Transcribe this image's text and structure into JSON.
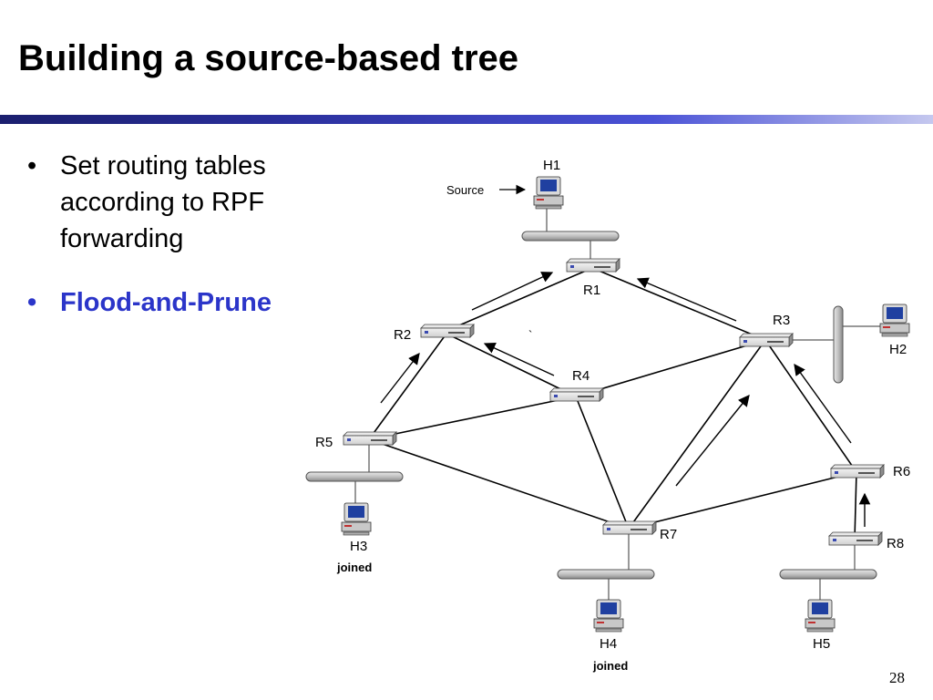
{
  "slide": {
    "title": "Building a source-based tree",
    "bullets": [
      "Set routing tables according to RPF forwarding",
      "Flood-and-Prune"
    ],
    "bullet_glyph": "•",
    "page_number": "28",
    "accent_color": "#2b35c9"
  },
  "diagram": {
    "routers": [
      "R1",
      "R2",
      "R3",
      "R4",
      "R5",
      "R6",
      "R7",
      "R8"
    ],
    "hosts": [
      "H1",
      "H2",
      "H3",
      "H4",
      "H5"
    ],
    "source_label": "Source",
    "joined_label": "joined",
    "stray_mark": "`",
    "icons": {
      "router": "router-icon",
      "host": "computer-icon",
      "lan": "lan-segment-icon"
    }
  }
}
